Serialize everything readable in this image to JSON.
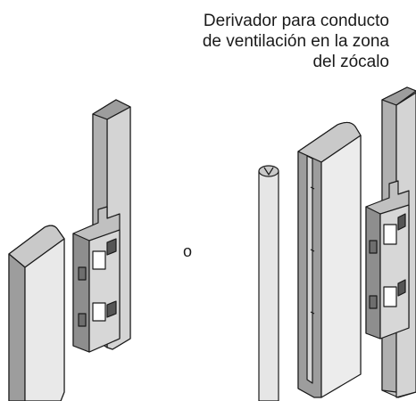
{
  "caption": {
    "lines": [
      "Derivador para conducto",
      "de ventilación en la zona",
      "del zócalo"
    ]
  },
  "separator_label": "o",
  "colors": {
    "stroke": "#1a1a1a",
    "face_light": "#e6e6e6",
    "face_mid": "#c9c9c9",
    "face_dark": "#9d9d9d"
  }
}
